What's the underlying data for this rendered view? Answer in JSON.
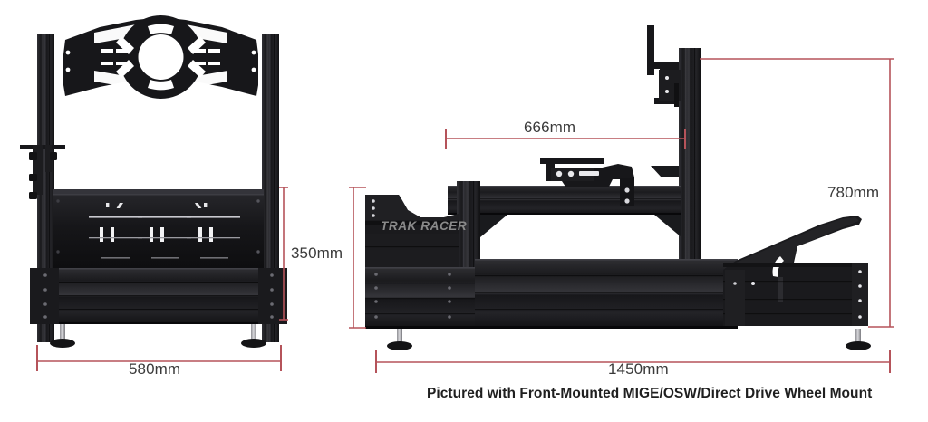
{
  "product": {
    "brand": "TRAK RACER",
    "view_left": "front-view",
    "view_right": "side-view"
  },
  "dimensions": {
    "width": {
      "id": "580mm",
      "label": "580mm",
      "view": "front",
      "orientation": "horizontal"
    },
    "chassis_height": {
      "id": "350mm",
      "label": "350mm",
      "view": "front",
      "orientation": "vertical"
    },
    "wheel_offset": {
      "id": "666mm",
      "label": "666mm",
      "view": "side",
      "orientation": "horizontal"
    },
    "overall_height": {
      "id": "780mm",
      "label": "780mm",
      "view": "side",
      "orientation": "vertical"
    },
    "overall_length": {
      "id": "1450mm",
      "label": "1450mm",
      "view": "side",
      "orientation": "horizontal"
    }
  },
  "caption": {
    "note": "Pictured with Front-Mounted MIGE/OSW/Direct Drive Wheel Mount"
  },
  "colors": {
    "dimension_line": "#b5535a",
    "rig_body": "#1c1c1e",
    "rig_body_light": "#2e2e31",
    "rig_body_dark": "#121214",
    "logo_text": "#8a8a8a",
    "background": "#ffffff",
    "label_text": "#3a3a3a"
  }
}
